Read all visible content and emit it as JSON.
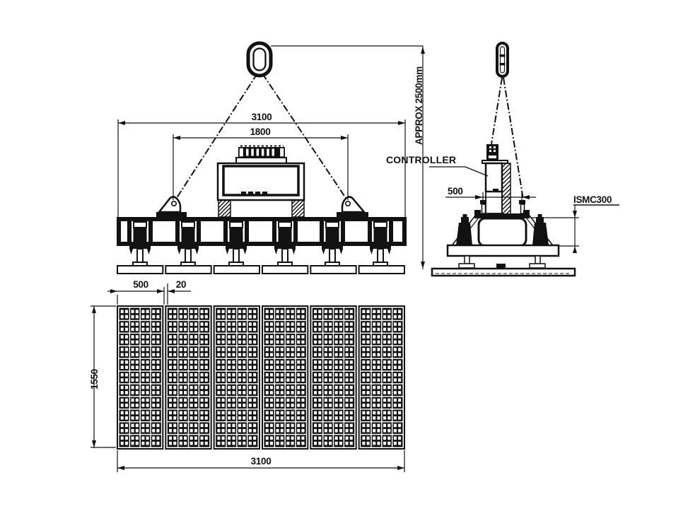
{
  "drawing": {
    "type": "engineering-drawing",
    "subject": "lifting beam with magnet units and controller",
    "labels": {
      "front": {
        "total_width": "3100",
        "lug_span": "1800",
        "sling_height": "APPROX 2500mm"
      },
      "side": {
        "controller": "CONTROLLER",
        "bolt_span": "500",
        "channel": "ISMC300"
      },
      "plan": {
        "pad_width": "500",
        "pad_gap": "20",
        "depth": "1550",
        "total_width": "3100"
      }
    },
    "colors": {
      "ink": "#111111",
      "paper": "#ffffff"
    }
  },
  "plan_view": {
    "grid": {
      "panels": 6,
      "columns": 4,
      "rows": 11,
      "dots_per_cell": 4
    }
  },
  "front_view": {
    "magnet_count": 6,
    "plate_count": 6,
    "lug_count": 2
  }
}
